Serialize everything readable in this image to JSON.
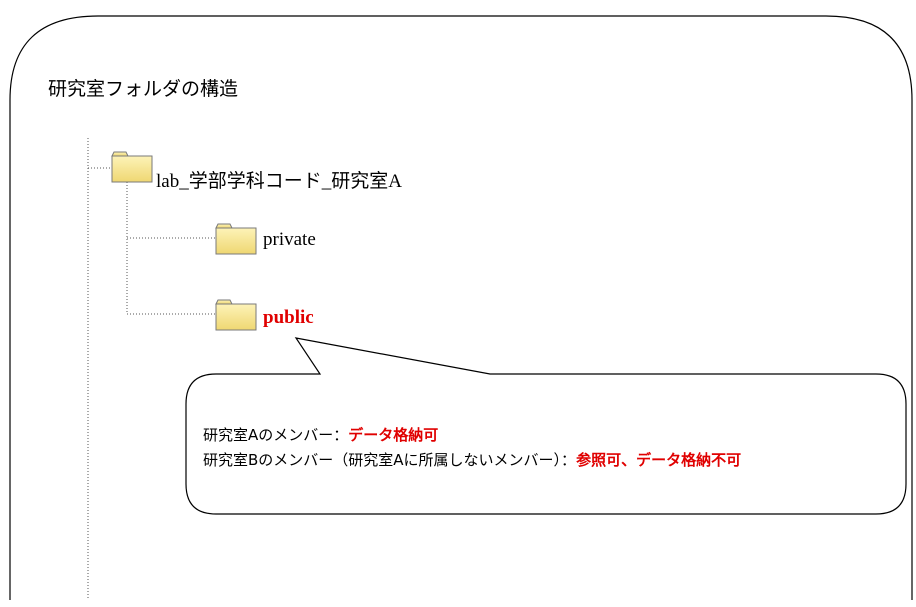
{
  "diagram": {
    "title": "研究室フォルダの構造",
    "folders": {
      "root": "lab_学部学科コード_研究室A",
      "private": "private",
      "public": "public"
    },
    "callout": {
      "line1_prefix": "研究室Aのメンバー：",
      "line1_value": "データ格納可",
      "line2_prefix": "研究室Bのメンバー（研究室Aに所属しないメンバー）：",
      "line2_value": "参照可、データ格納不可"
    },
    "colors": {
      "highlight": "#e00000",
      "folder_fill": "#f7e58a",
      "folder_outline": "#7a7a7a",
      "connector": "#555555"
    }
  }
}
